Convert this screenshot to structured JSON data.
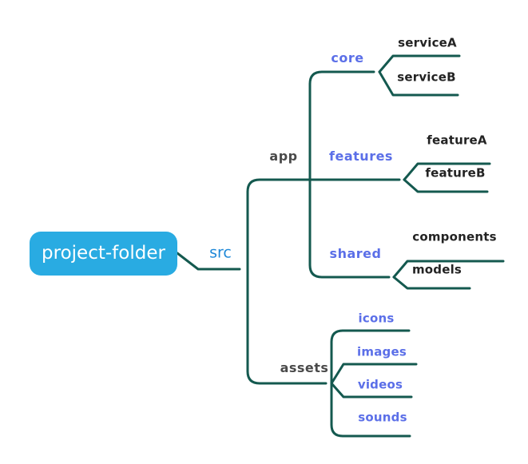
{
  "diagram": {
    "type": "mindmap",
    "title": "project-folder",
    "background": "#ffffff",
    "edge_color": "#14594f",
    "root": {
      "label": "project-folder",
      "fill": "#29abe2",
      "text_color": "#ffffff"
    },
    "nodes": {
      "src": {
        "label": "src",
        "color": "#1e88d8"
      },
      "app": {
        "label": "app",
        "color": "#4a4a4a"
      },
      "assets": {
        "label": "assets",
        "color": "#4a4a4a"
      },
      "core": {
        "label": "core",
        "color": "#5b6fe8"
      },
      "features": {
        "label": "features",
        "color": "#5b6fe8"
      },
      "shared": {
        "label": "shared",
        "color": "#5b6fe8"
      },
      "serviceA": {
        "label": "serviceA",
        "color": "#232323"
      },
      "serviceB": {
        "label": "serviceB",
        "color": "#232323"
      },
      "featureA": {
        "label": "featureA",
        "color": "#232323"
      },
      "featureB": {
        "label": "featureB",
        "color": "#232323"
      },
      "components": {
        "label": "components",
        "color": "#232323"
      },
      "models": {
        "label": "models",
        "color": "#232323"
      },
      "icons": {
        "label": "icons",
        "color": "#5b6fe8"
      },
      "images": {
        "label": "images",
        "color": "#5b6fe8"
      },
      "videos": {
        "label": "videos",
        "color": "#5b6fe8"
      },
      "sounds": {
        "label": "sounds",
        "color": "#5b6fe8"
      }
    },
    "hierarchy": [
      {
        "label": "src",
        "children": [
          {
            "label": "app",
            "children": [
              {
                "label": "core",
                "children": [
                  {
                    "label": "serviceA"
                  },
                  {
                    "label": "serviceB"
                  }
                ]
              },
              {
                "label": "features",
                "children": [
                  {
                    "label": "featureA"
                  },
                  {
                    "label": "featureB"
                  }
                ]
              },
              {
                "label": "shared",
                "children": [
                  {
                    "label": "components"
                  },
                  {
                    "label": "models"
                  }
                ]
              }
            ]
          },
          {
            "label": "assets",
            "children": [
              {
                "label": "icons"
              },
              {
                "label": "images"
              },
              {
                "label": "videos"
              },
              {
                "label": "sounds"
              }
            ]
          }
        ]
      }
    ]
  }
}
